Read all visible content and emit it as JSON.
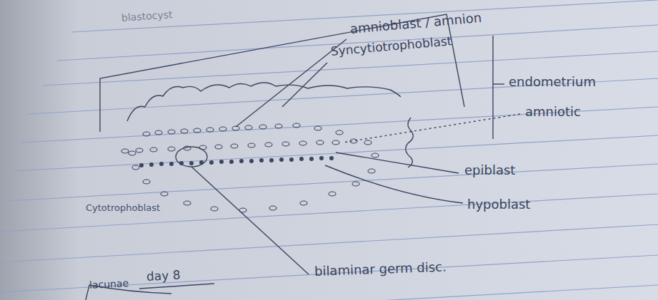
{
  "diagram": {
    "labels": [
      "blastocyst",
      "amnioblast / amnion",
      "Syncytiotrophoblast",
      "endometrium",
      "amniotic",
      "epiblast",
      "hypoblast",
      "Cytotrophoblast",
      "bilaminar germ disc.",
      "day 8",
      "lacunae"
    ]
  }
}
